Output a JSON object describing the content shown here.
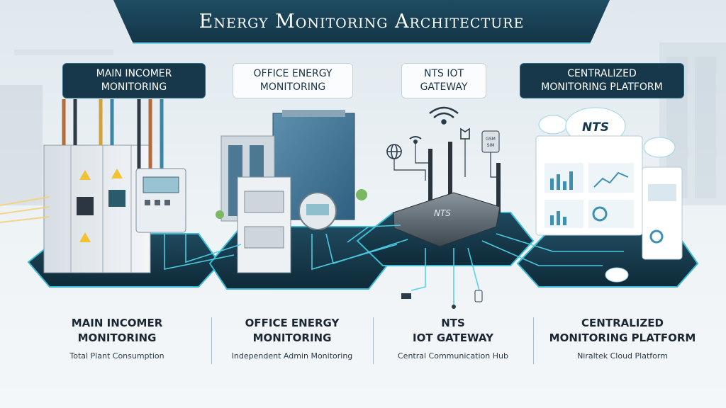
{
  "title": "Energy Monitoring Architecture",
  "top_labels": [
    {
      "line1": "Main Incomer",
      "line2": "Monitoring"
    },
    {
      "line1": "Office Energy",
      "line2": "Monitoring"
    },
    {
      "line1": "NTS IoT",
      "line2": "Gateway"
    },
    {
      "line1": "Centralized",
      "line2": "Monitoring Platform"
    }
  ],
  "bottom_labels": [
    {
      "line1": "Main Incomer",
      "line2": "Monitoring",
      "sub": "Total Plant Consumption"
    },
    {
      "line1": "Office Energy",
      "line2": "Monitoring",
      "sub": "Independent Admin Monitoring"
    },
    {
      "line1": "NTS",
      "line2": "IoT Gateway",
      "sub": "Central Communication Hub"
    },
    {
      "line1": "Centralized",
      "line2": "Monitoring Platform",
      "sub": "Niraltek Cloud Platform"
    }
  ],
  "gateway": {
    "brand": "NTS",
    "sim_label_1": "GSM",
    "sim_label_2": "SIM"
  },
  "cloud_brand": "NTS",
  "colors": {
    "banner": "#16384a",
    "accent": "#4fd1e8",
    "platform": "#163a4c",
    "platform_edge": "#3bbad4"
  }
}
